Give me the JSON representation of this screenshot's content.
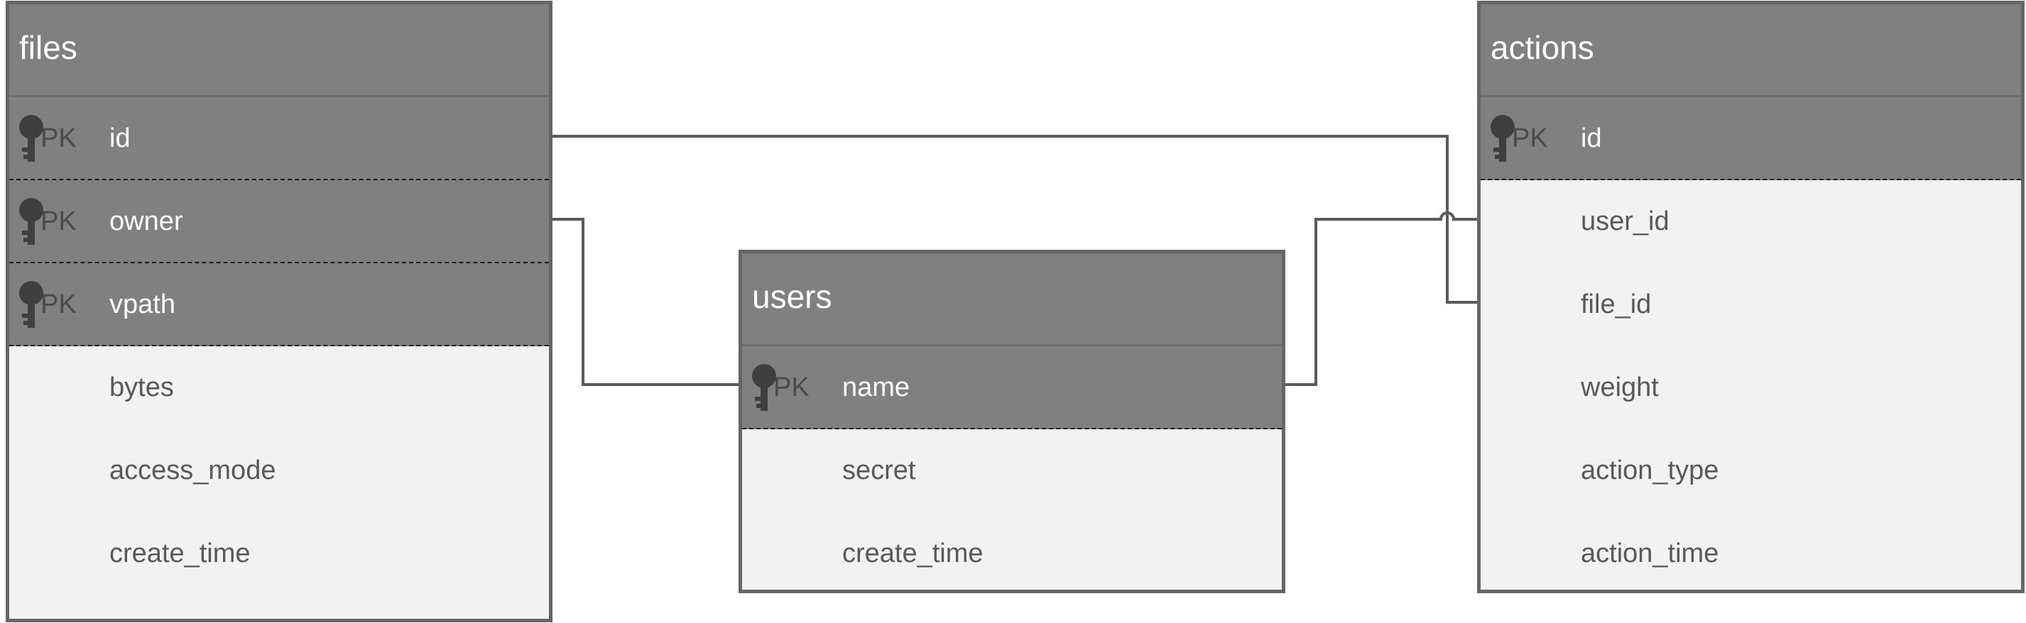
{
  "diagram": {
    "tables": [
      {
        "name": "files",
        "rows": [
          {
            "key": "PK",
            "name": "id"
          },
          {
            "key": "PK",
            "name": "owner"
          },
          {
            "key": "PK",
            "name": "vpath"
          },
          {
            "key": "",
            "name": "bytes"
          },
          {
            "key": "",
            "name": "access_mode"
          },
          {
            "key": "",
            "name": "create_time"
          }
        ]
      },
      {
        "name": "users",
        "rows": [
          {
            "key": "PK",
            "name": "name"
          },
          {
            "key": "",
            "name": "secret"
          },
          {
            "key": "",
            "name": "create_time"
          }
        ]
      },
      {
        "name": "actions",
        "rows": [
          {
            "key": "PK",
            "name": "id"
          },
          {
            "key": "",
            "name": "user_id"
          },
          {
            "key": "",
            "name": "file_id"
          },
          {
            "key": "",
            "name": "weight"
          },
          {
            "key": "",
            "name": "action_type"
          },
          {
            "key": "",
            "name": "action_time"
          }
        ]
      }
    ],
    "relationships": [
      {
        "from": "files.owner",
        "to": "users.name"
      },
      {
        "from": "files.id",
        "to": "actions.file_id"
      },
      {
        "from": "users.name",
        "to": "actions.user_id"
      }
    ],
    "colors": {
      "header_fill": "#808080",
      "pk_row_fill": "#808080",
      "body_fill": "#f2f2f2",
      "border": "#666666",
      "connector": "#5a5a5a",
      "key_icon": "#3f3f3f"
    }
  }
}
